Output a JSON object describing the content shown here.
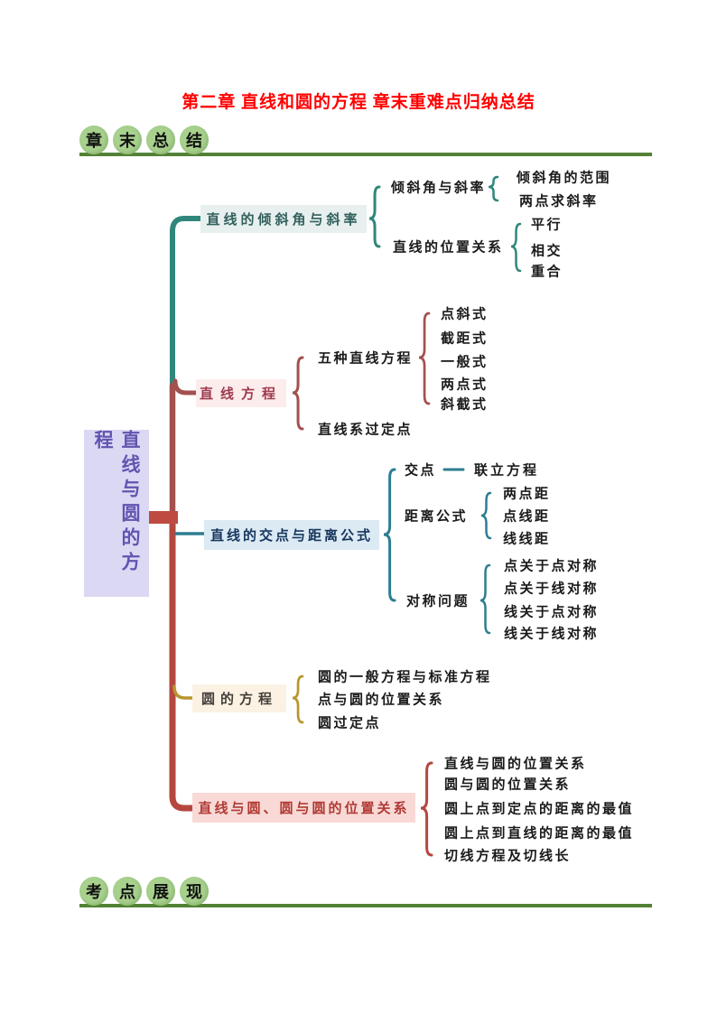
{
  "title": "第二章 直线和圆的方程 章末重难点归纳总结",
  "badges": {
    "top": [
      "章",
      "末",
      "总",
      "结"
    ],
    "bottom": [
      "考",
      "点",
      "展",
      "现"
    ]
  },
  "mindmap": {
    "root_label": "直线与圆的方程",
    "b1": {
      "label": "直线的倾斜角与斜率",
      "c1": {
        "label": "倾斜角与斜率",
        "g1": "倾斜角的范围",
        "g2": "两点求斜率"
      },
      "c2": {
        "label": "直线的位置关系",
        "g1": "平行",
        "g2": "相交",
        "g3": "重合"
      }
    },
    "b2": {
      "label": "直线方程",
      "c1": {
        "label": "五种直线方程",
        "g1": "点斜式",
        "g2": "截距式",
        "g3": "一般式",
        "g4": "两点式",
        "g5": "斜截式"
      },
      "c2": {
        "label": "直线系过定点"
      }
    },
    "b3": {
      "label": "直线的交点与距离公式",
      "c1": {
        "label": "交点",
        "g1": "联立方程"
      },
      "c2": {
        "label": "距离公式",
        "g1": "两点距",
        "g2": "点线距",
        "g3": "线线距"
      },
      "c3": {
        "label": "对称问题",
        "g1": "点关于点对称",
        "g2": "点关于线对称",
        "g3": "线关于点对称",
        "g4": "线关于线对称"
      }
    },
    "b4": {
      "label": "圆的方程",
      "c1": "圆的一般方程与标准方程",
      "c2": "点与圆的位置关系",
      "c3": "圆过定点"
    },
    "b5": {
      "label": "直线与圆、圆与圆的位置关系",
      "c1": "直线与圆的位置关系",
      "c2": "圆与圆的位置关系",
      "c3": "圆上点到定点的距离的最值",
      "c4": "圆上点到直线的距离的最值",
      "c5": "切线方程及切线长"
    }
  },
  "colors": {
    "title": "#FF0000",
    "badge_fill": "#A9D18E",
    "divider": "#538135",
    "teal": "#2F877B",
    "rose": "#A3504E",
    "red": "#B5473F",
    "red2": "#BE4B41",
    "blue": "#2E7D92",
    "gold": "#B8962E",
    "box1_bg": "#E7EFEF",
    "box1_text": "#33605C",
    "box2_bg": "#FCECEC",
    "box2_text": "#9E3A4E",
    "box3_bg": "#DCEAF4",
    "box3_text": "#17365D",
    "box4_bg": "#FBF2E3",
    "box4_text": "#443F3A",
    "box5_bg": "#F8D9D6",
    "box5_text": "#B03A35",
    "root_bg": "#DBD8F4",
    "root_text": "#6055B0",
    "leaf_text": "#1A1A1A"
  }
}
